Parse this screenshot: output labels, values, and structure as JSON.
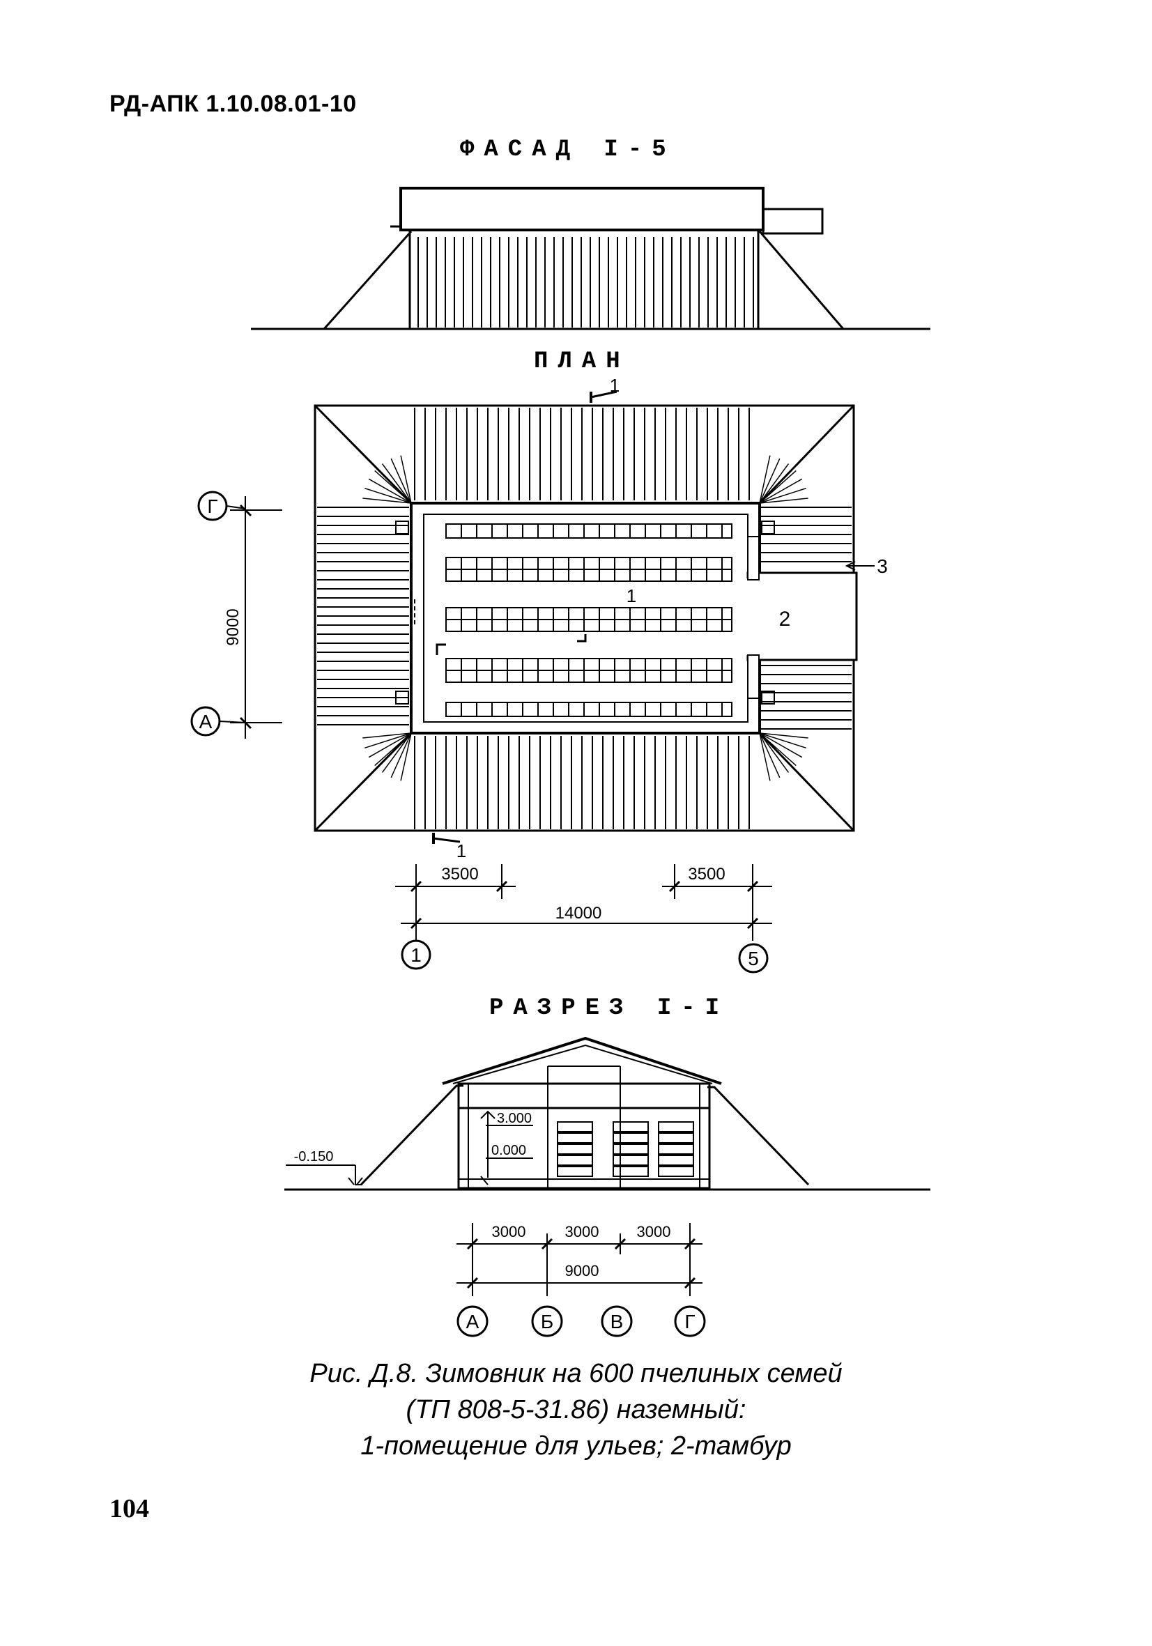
{
  "header": {
    "document_code": "РД-АПК 1.10.08.01-10"
  },
  "facade": {
    "title": "ФАСАД I-5"
  },
  "plan": {
    "title": "ПЛАН",
    "section_marker": "1",
    "room_1_label": "1",
    "room_2_label": "2",
    "callout_3_label": "3",
    "axis_labels": {
      "G": "Г",
      "A": "А",
      "one": "1",
      "five": "5"
    },
    "dimensions": {
      "vertical": "9000",
      "left_bay": "3500",
      "right_bay": "3500",
      "total_length": "14000"
    }
  },
  "section": {
    "title": "РАЗРЕЗ I-I",
    "levels": {
      "top": "3.000",
      "floor": "0.000",
      "ground": "-0.150"
    },
    "dimensions": {
      "bay_1": "3000",
      "bay_2": "3000",
      "bay_3": "3000",
      "total": "9000"
    },
    "axis_labels": {
      "A": "А",
      "B": "Б",
      "V": "В",
      "G": "Г"
    }
  },
  "caption": {
    "line_1": "Рис. Д.8. Зимовник на 600 пчелиных семей",
    "line_2": "(ТП 808-5-31.86) наземный:",
    "line_3": "1-помещение для ульев; 2-тамбур"
  },
  "page": {
    "number": "104"
  }
}
